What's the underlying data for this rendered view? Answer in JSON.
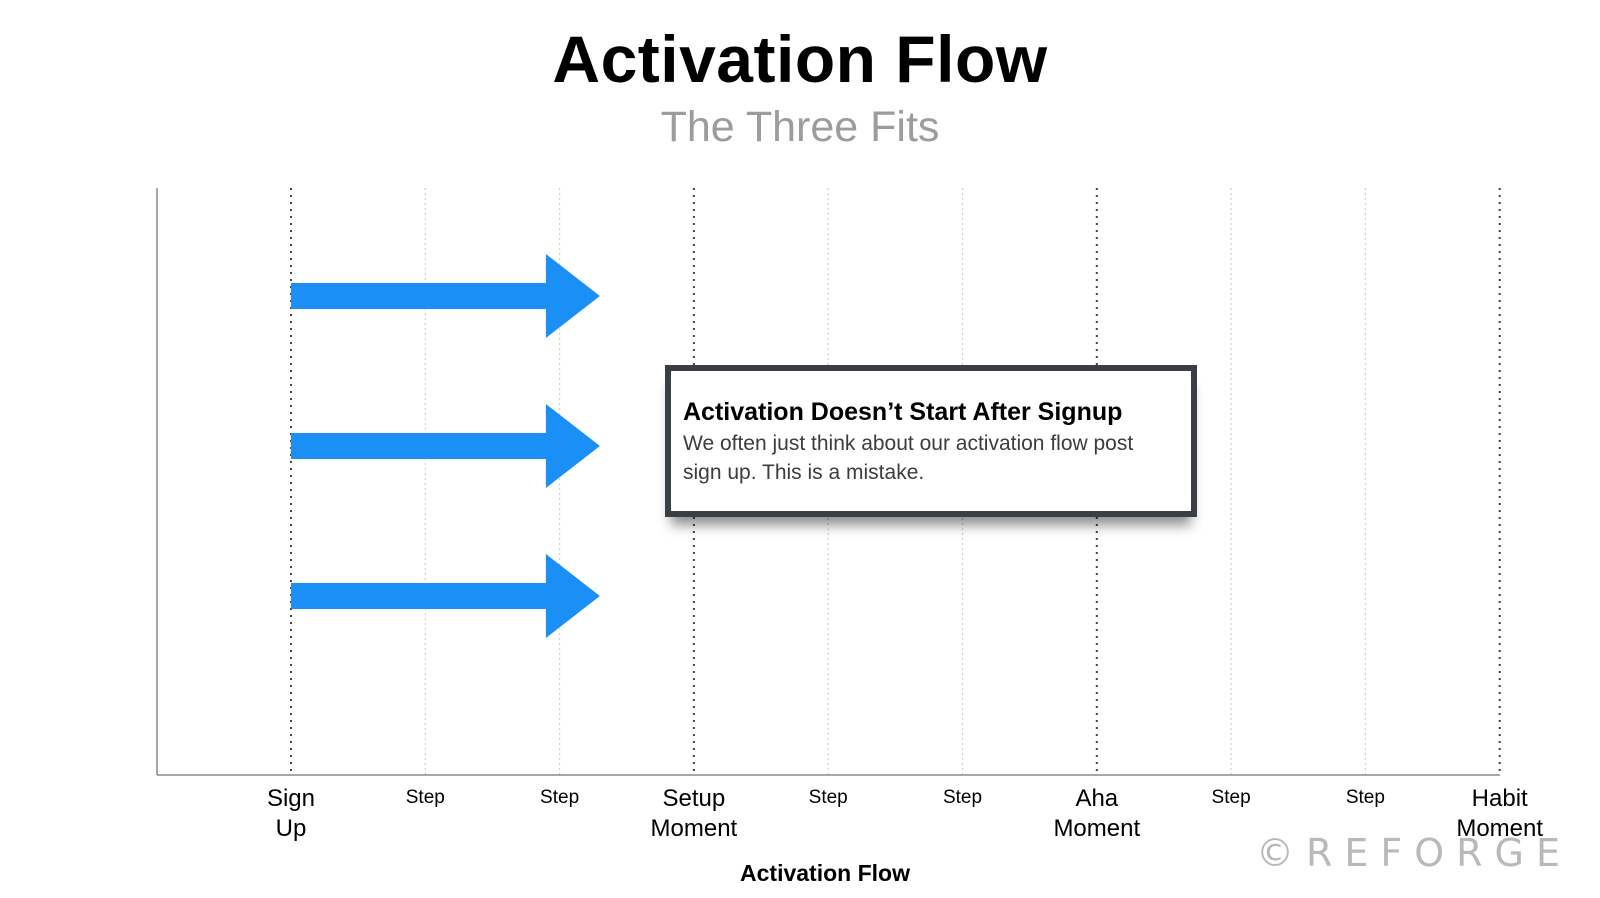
{
  "title": "Activation Flow",
  "subtitle": "The Three Fits",
  "axis": {
    "xlabel": "Activation Flow",
    "ticks": [
      {
        "label": "Sign\nUp",
        "kind": "major"
      },
      {
        "label": "Step",
        "kind": "minor"
      },
      {
        "label": "Step",
        "kind": "minor"
      },
      {
        "label": "Setup\nMoment",
        "kind": "major"
      },
      {
        "label": "Step",
        "kind": "minor"
      },
      {
        "label": "Step",
        "kind": "minor"
      },
      {
        "label": "Aha\nMoment",
        "kind": "major"
      },
      {
        "label": "Step",
        "kind": "minor"
      },
      {
        "label": "Step",
        "kind": "minor"
      },
      {
        "label": "Habit\nMoment",
        "kind": "major"
      }
    ]
  },
  "arrows": {
    "count": 3,
    "from_tick": 0,
    "to_tick": 2.3,
    "color": "#1a8ff6"
  },
  "callout": {
    "title": "Activation Doesn’t Start After Signup",
    "body": "We often just think about our activation flow post sign up.  This is a mistake."
  },
  "watermark": "©REFORGE",
  "colors": {
    "axis": "#8a8a8a",
    "major_gridline": "#444444",
    "minor_gridline": "#cfcfcf",
    "callout_border": "#3a3f47"
  }
}
